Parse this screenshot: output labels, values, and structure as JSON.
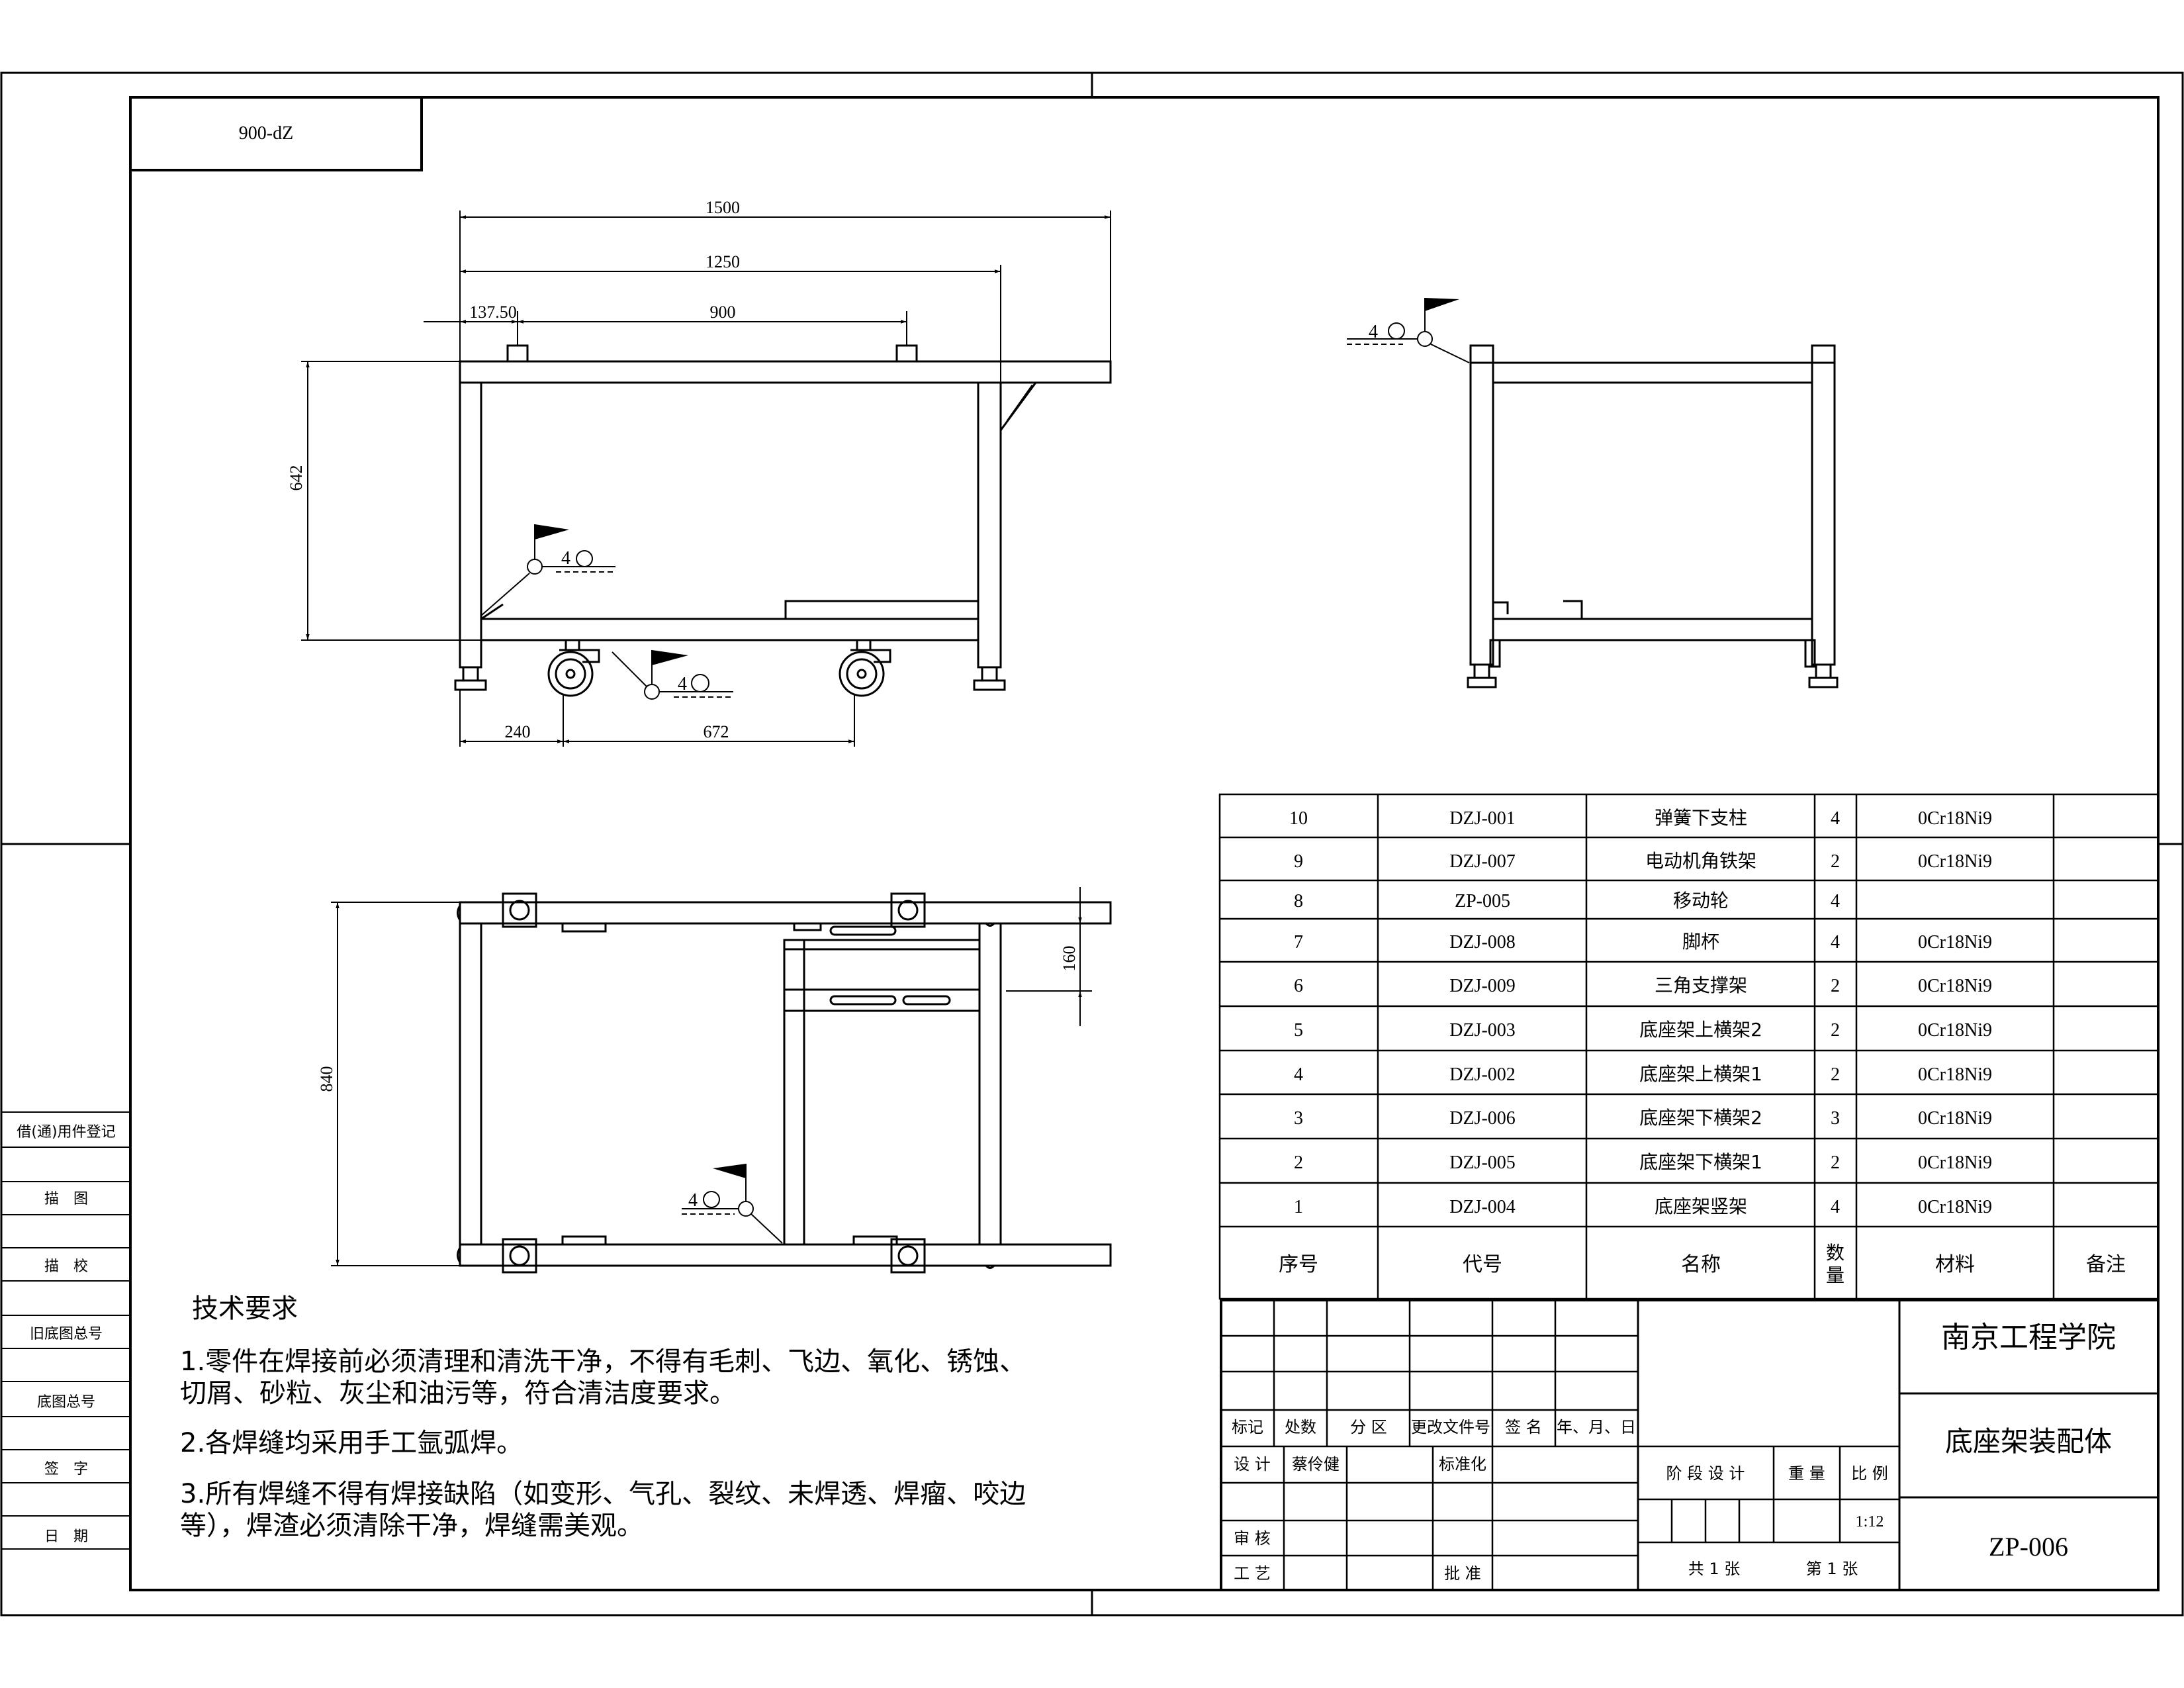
{
  "drawing_code_box": "900-dZ",
  "front_view": {
    "dims": {
      "overall_length": "1500",
      "frame_length": "1250",
      "left_offset": "137.50",
      "post_spacing": "900",
      "frame_height": "642",
      "wheel_offset": "240",
      "wheel_spacing": "672"
    },
    "welds": [
      {
        "size": "4"
      },
      {
        "size": "4"
      }
    ]
  },
  "side_view": {
    "welds": [
      {
        "size": "4"
      }
    ]
  },
  "top_view": {
    "dims": {
      "depth": "840",
      "bay_width": "160"
    },
    "welds": [
      {
        "size": "4"
      }
    ]
  },
  "tech_requirements": {
    "title": "技术要求",
    "items": [
      [
        "1.零件在焊接前必须清理和清洗干净，不得有毛刺、飞边、氧化、锈蚀、",
        "切屑、砂粒、灰尘和油污等，符合清洁度要求。"
      ],
      [
        "2.各焊缝均采用手工氩弧焊。"
      ],
      [
        "3.所有焊缝不得有焊接缺陷（如变形、气孔、裂纹、未焊透、焊瘤、咬边",
        "等），焊渣必须清除干净，焊缝需美观。"
      ]
    ]
  },
  "left_strip": {
    "labels": [
      "借(通)用件登记",
      "描　图",
      "描　校",
      "旧底图总号",
      "底图总号",
      "签　字",
      "日　期"
    ]
  },
  "bom": {
    "headers": {
      "seq": "序号",
      "code": "代号",
      "name": "名称",
      "qty": [
        "数",
        "量"
      ],
      "material": "材料",
      "remark": "备注"
    },
    "rows": [
      {
        "seq": "10",
        "code": "DZJ-001",
        "name": "弹簧下支柱",
        "qty": "4",
        "material": "0Cr18Ni9",
        "remark": ""
      },
      {
        "seq": "9",
        "code": "DZJ-007",
        "name": "电动机角铁架",
        "qty": "2",
        "material": "0Cr18Ni9",
        "remark": ""
      },
      {
        "seq": "8",
        "code": "ZP-005",
        "name": "移动轮",
        "qty": "4",
        "material": "",
        "remark": ""
      },
      {
        "seq": "7",
        "code": "DZJ-008",
        "name": "脚杯",
        "qty": "4",
        "material": "0Cr18Ni9",
        "remark": ""
      },
      {
        "seq": "6",
        "code": "DZJ-009",
        "name": "三角支撑架",
        "qty": "2",
        "material": "0Cr18Ni9",
        "remark": ""
      },
      {
        "seq": "5",
        "code": "DZJ-003",
        "name": "底座架上横架2",
        "qty": "2",
        "material": "0Cr18Ni9",
        "remark": ""
      },
      {
        "seq": "4",
        "code": "DZJ-002",
        "name": "底座架上横架1",
        "qty": "2",
        "material": "0Cr18Ni9",
        "remark": ""
      },
      {
        "seq": "3",
        "code": "DZJ-006",
        "name": "底座架下横架2",
        "qty": "3",
        "material": "0Cr18Ni9",
        "remark": ""
      },
      {
        "seq": "2",
        "code": "DZJ-005",
        "name": "底座架下横架1",
        "qty": "2",
        "material": "0Cr18Ni9",
        "remark": ""
      },
      {
        "seq": "1",
        "code": "DZJ-004",
        "name": "底座架竖架",
        "qty": "4",
        "material": "0Cr18Ni9",
        "remark": ""
      }
    ]
  },
  "title_block": {
    "revision_headers": [
      "标记",
      "处数",
      "分 区",
      "更改文件号",
      "签 名",
      "年、月、日"
    ],
    "design_label": "设 计",
    "designer": "蔡伶健",
    "standardization": "标准化",
    "review": "审 核",
    "process": "工 艺",
    "approve": "批 准",
    "stage_label": "阶 段 设 计",
    "weight_label": "重 量",
    "scale_label": "比 例",
    "scale": "1:12",
    "sheet_total": "共 1 张",
    "sheet_no": "第 1 张",
    "institution": "南京工程学院",
    "drawing_name": "底座架装配体",
    "drawing_no": "ZP-006"
  }
}
